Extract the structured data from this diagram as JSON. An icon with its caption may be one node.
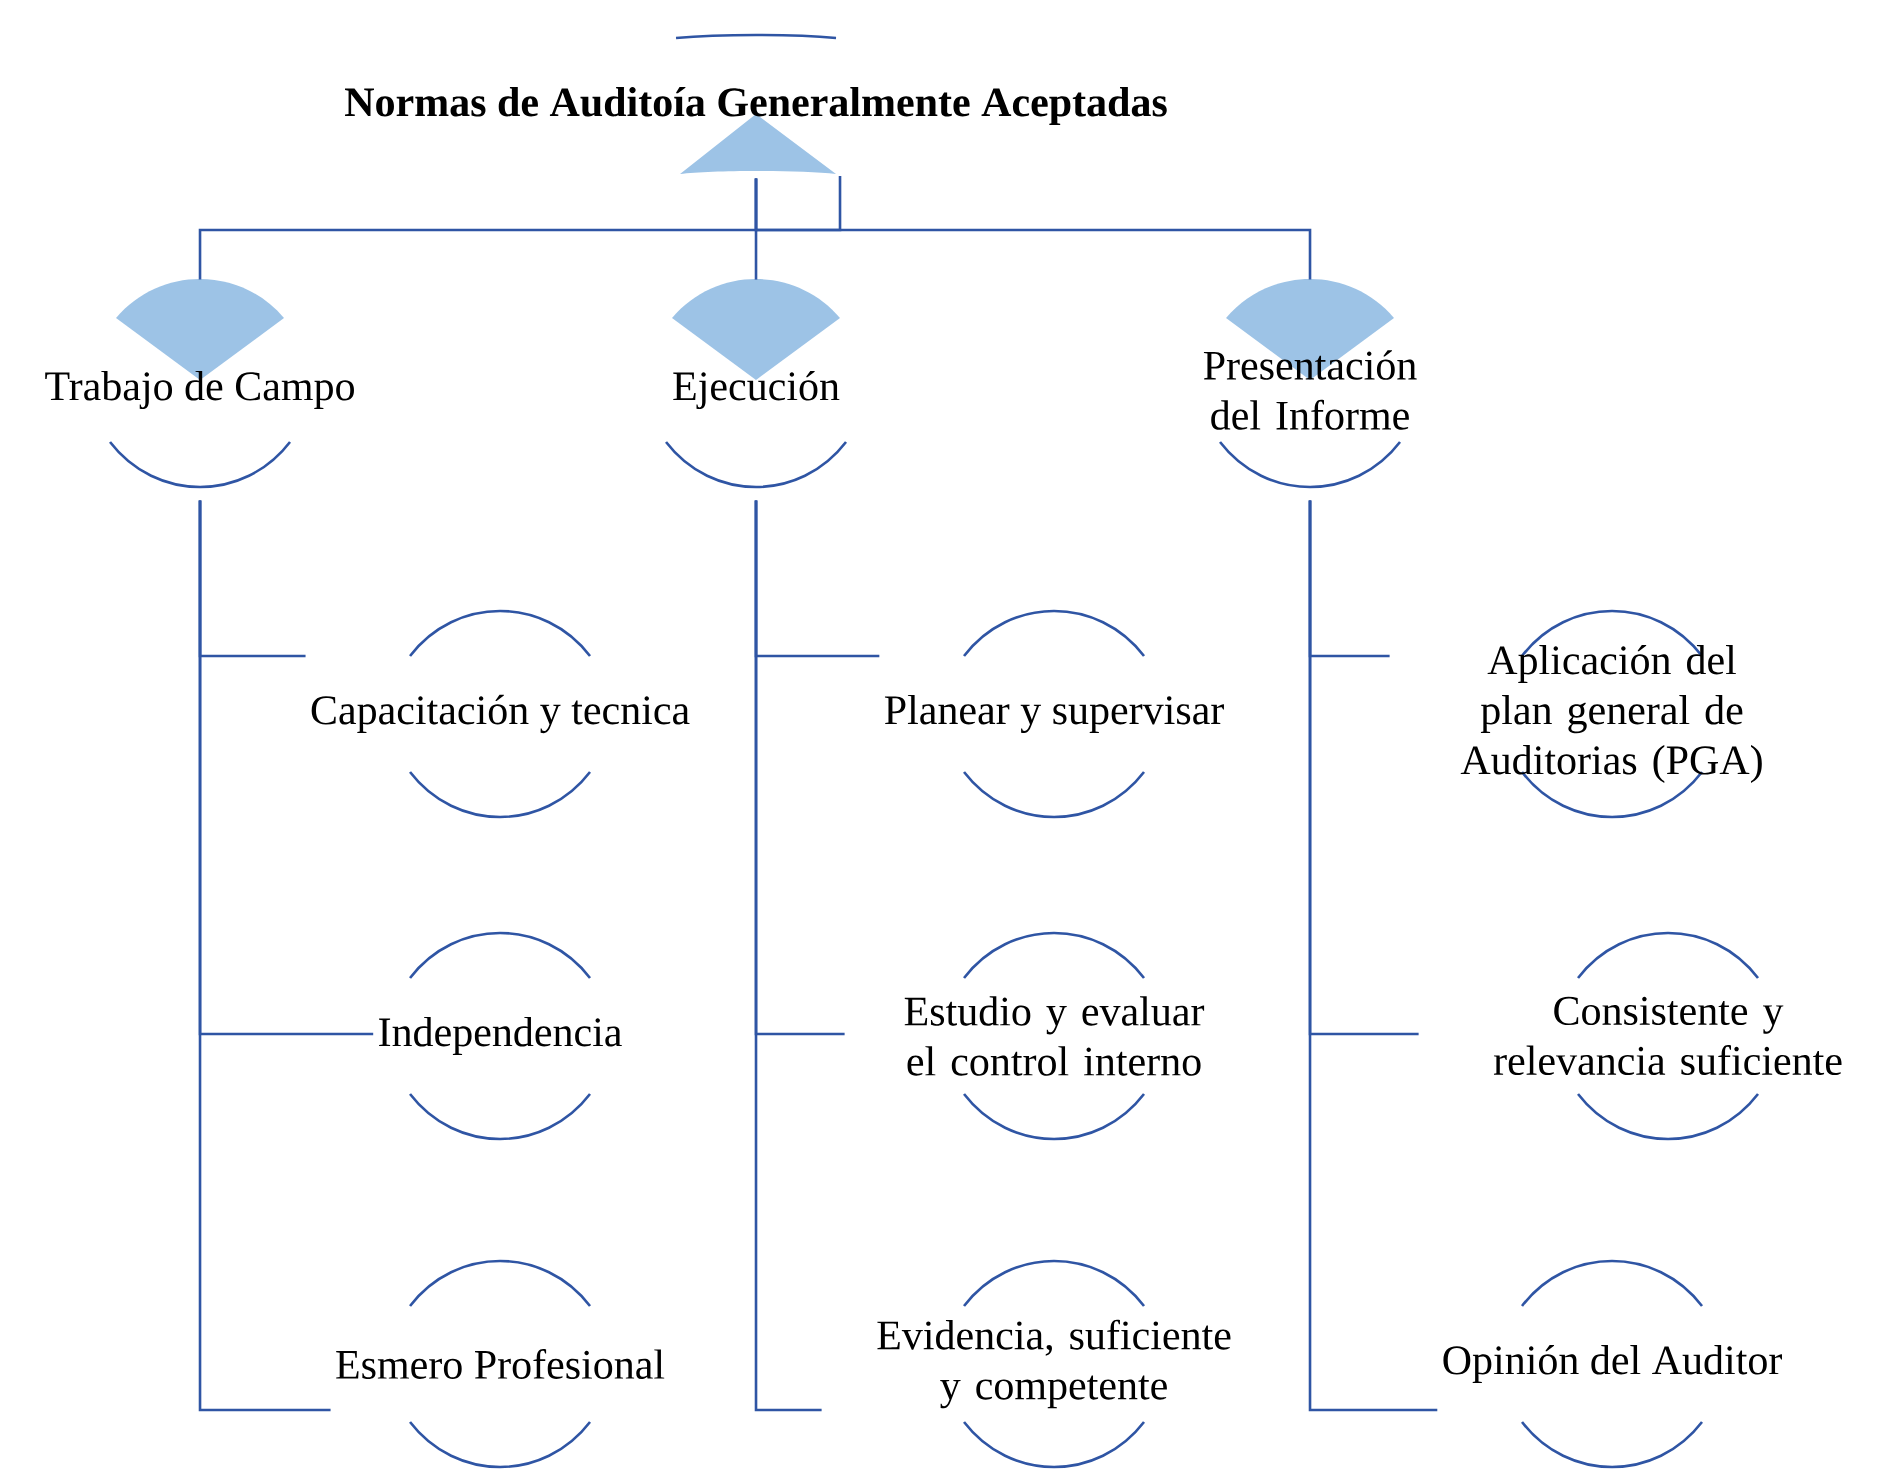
{
  "diagram": {
    "nodes": [
      {
        "text": [
          "Normas de Auditoía Generalmente Aceptadas"
        ]
      },
      {
        "text": [
          "Trabajo de Campo"
        ]
      },
      {
        "text": [
          "Ejecución"
        ]
      },
      {
        "text": [
          "Presentación del Informe"
        ]
      },
      {
        "text": [
          "Capacitación y tecnica"
        ]
      },
      {
        "text": [
          "Independencia"
        ]
      },
      {
        "text": [
          "Esmero Profesional"
        ]
      },
      {
        "text": [
          "Planear y supervisar"
        ]
      },
      {
        "text": [
          "Estudio y evaluar el control interno"
        ]
      },
      {
        "text": [
          "Evidencia, suficiente y competente"
        ]
      },
      {
        "text": [
          "Aplicación del plan general de Auditorias (PGA)"
        ]
      },
      {
        "text": [
          "Consistente y relevancia suficiente"
        ]
      },
      {
        "text": [
          "Opinión del Auditor"
        ]
      }
    ],
    "edges": [
      {
        "from": 0,
        "to": 1,
        "arrow": "none"
      },
      {
        "from": 0,
        "to": 2,
        "arrow": "none"
      },
      {
        "from": 0,
        "to": 3,
        "arrow": "none"
      },
      {
        "from": 1,
        "to": 4,
        "arrow": "none"
      },
      {
        "from": 1,
        "to": 5,
        "arrow": "none"
      },
      {
        "from": 1,
        "to": 6,
        "arrow": "none"
      },
      {
        "from": 2,
        "to": 7,
        "arrow": "none"
      },
      {
        "from": 2,
        "to": 8,
        "arrow": "none"
      },
      {
        "from": 2,
        "to": 9,
        "arrow": "none"
      },
      {
        "from": 3,
        "to": 10,
        "arrow": "none"
      },
      {
        "from": 3,
        "to": 11,
        "arrow": "none"
      },
      {
        "from": 3,
        "to": 12,
        "arrow": "none"
      }
    ]
  }
}
